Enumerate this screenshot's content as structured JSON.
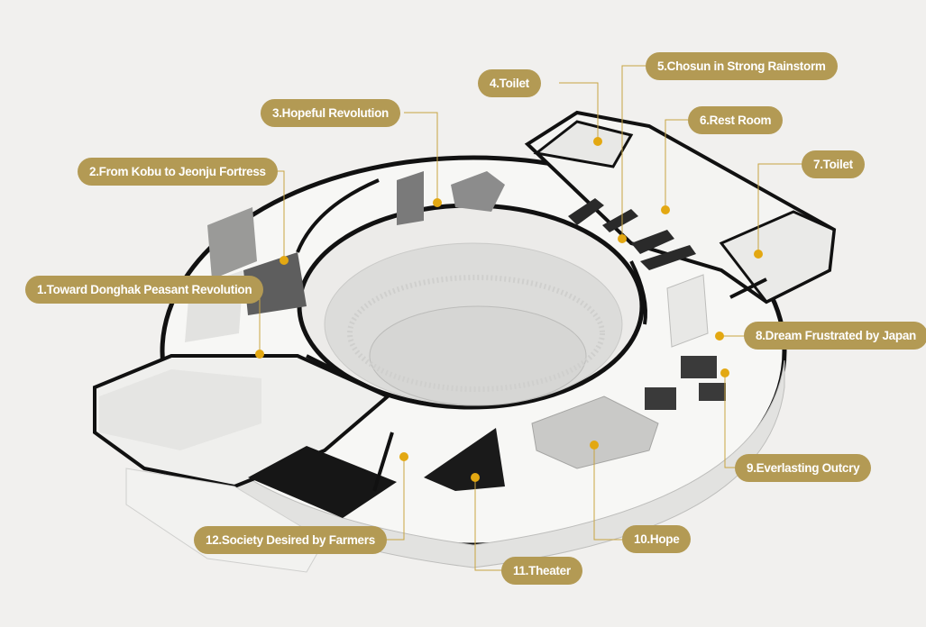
{
  "map": {
    "colors": {
      "label_bg": "#b39a54",
      "label_text": "#ffffff",
      "leader": "#c8a441",
      "dot": "#e3a812",
      "background": "#f1f0ee"
    },
    "labels": [
      {
        "id": "zone-1",
        "text": "1.Toward Donghak Peasant Revolution"
      },
      {
        "id": "zone-2",
        "text": "2.From Kobu to Jeonju Fortress"
      },
      {
        "id": "zone-3",
        "text": "3.Hopeful Revolution"
      },
      {
        "id": "zone-4",
        "text": "4.Toilet"
      },
      {
        "id": "zone-5",
        "text": "5.Chosun in Strong Rainstorm"
      },
      {
        "id": "zone-6",
        "text": "6.Rest Room"
      },
      {
        "id": "zone-7",
        "text": "7.Toilet"
      },
      {
        "id": "zone-8",
        "text": "8.Dream Frustrated by Japan"
      },
      {
        "id": "zone-9",
        "text": "9.Everlasting Outcry"
      },
      {
        "id": "zone-10",
        "text": "10.Hope"
      },
      {
        "id": "zone-11",
        "text": "11.Theater"
      },
      {
        "id": "zone-12",
        "text": "12.Society Desired by Farmers"
      }
    ]
  }
}
